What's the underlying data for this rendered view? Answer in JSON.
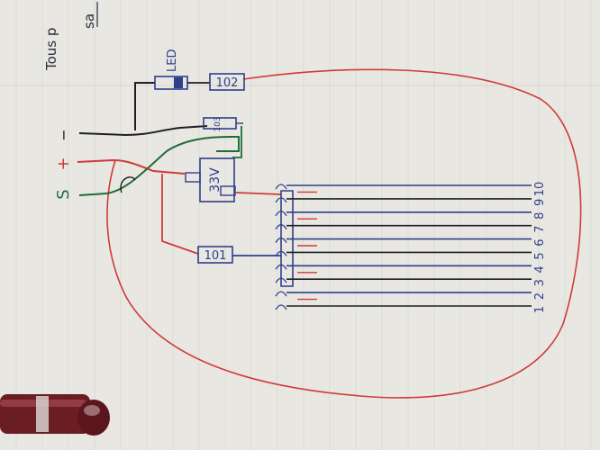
{
  "paper": {
    "background": "#e9e7e1",
    "line_color": "#9ab0c6",
    "margin_color": "#d9a7a7"
  },
  "ink": {
    "red": "#d03a3a",
    "blue": "#2f3f8a",
    "black": "#1e1e24",
    "green": "#1f6b3a"
  },
  "notes": {
    "top_left": "Tous p",
    "top_right": "sa"
  },
  "labels": {
    "minus": "−",
    "plus": "+",
    "signal": "S",
    "led": "LED",
    "r_102": "102",
    "r_101": "101",
    "r_103": "103",
    "regulator": "33V"
  },
  "pins": [
    "1",
    "2",
    "3",
    "4",
    "5",
    "6",
    "7",
    "8",
    "9",
    "10"
  ],
  "objects": {
    "pen": "pen"
  }
}
